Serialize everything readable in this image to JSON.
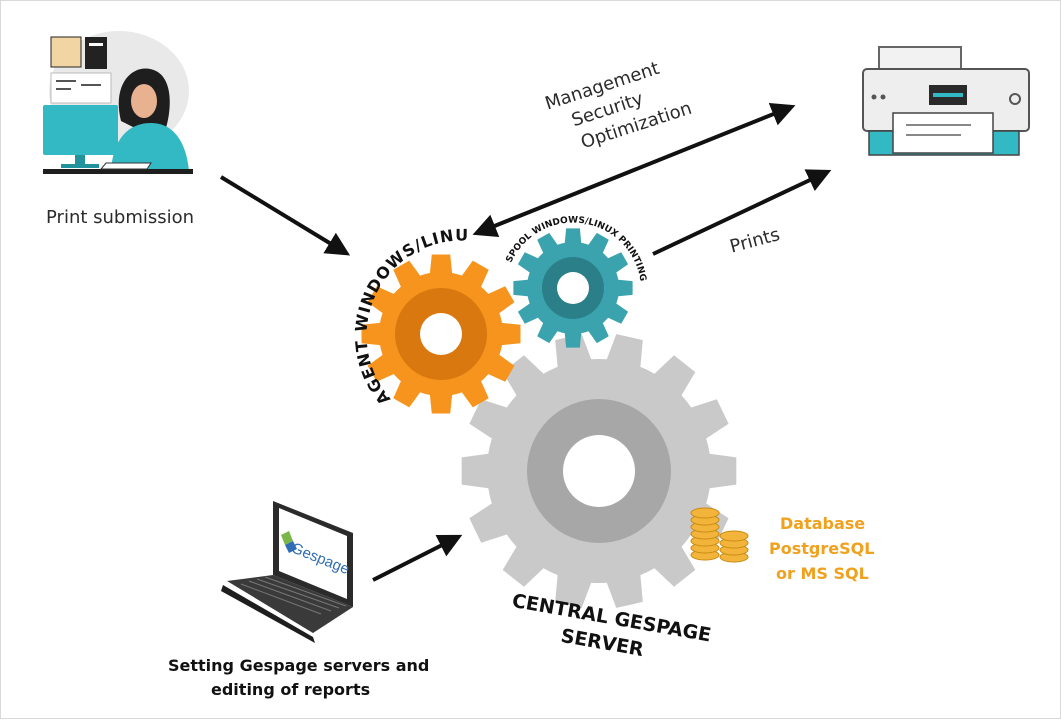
{
  "labels": {
    "print_submission": "Print submission",
    "management": "Management",
    "security": "Security",
    "optimization": "Optimization",
    "prints": "Prints",
    "agent": "AGENT WINDOWS/LINUX",
    "spool": "SPOOL WINDOWS/LINUX PRINTING",
    "central_line1": "CENTRAL GESPAGE",
    "central_line2": "SERVER",
    "database_line1": "Database",
    "database_line2": "PostgreSQL",
    "database_line3": "or MS SQL",
    "setting_line1": "Setting Gespage servers and",
    "setting_line2": "editing of reports",
    "laptop_logo": "Gespage"
  },
  "colors": {
    "orange_gear": "#f7941d",
    "orange_gear_inner": "#d9780f",
    "teal_gear": "#3aa3ad",
    "teal_gear_inner": "#2b7f89",
    "grey_gear": "#c9c9c9",
    "grey_gear_inner": "#a7a7a7",
    "database_text": "#f0a11e",
    "coin": "#f2b43a"
  }
}
